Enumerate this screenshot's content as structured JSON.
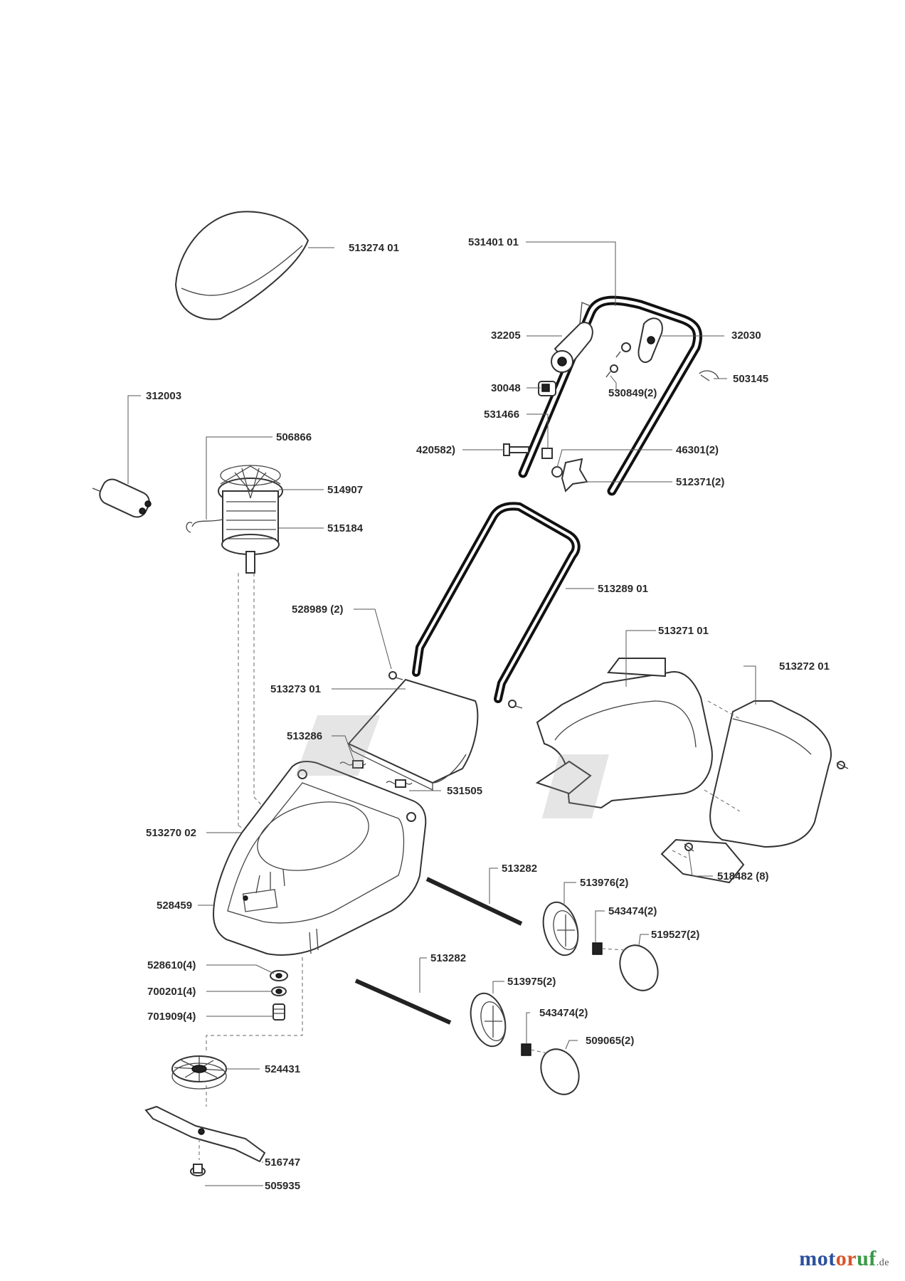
{
  "diagram": {
    "parts": [
      {
        "id": "p513274",
        "label": "513274 01"
      },
      {
        "id": "p531401",
        "label": "531401 01"
      },
      {
        "id": "p32205",
        "label": "32205"
      },
      {
        "id": "p32030",
        "label": "32030"
      },
      {
        "id": "p503145",
        "label": "503145"
      },
      {
        "id": "p30048",
        "label": "30048"
      },
      {
        "id": "p530849",
        "label": "530849(2)"
      },
      {
        "id": "p531466",
        "label": "531466"
      },
      {
        "id": "p420582",
        "label": "420582)"
      },
      {
        "id": "p46301",
        "label": "46301(2)"
      },
      {
        "id": "p512371",
        "label": "512371(2)"
      },
      {
        "id": "p312003",
        "label": "312003"
      },
      {
        "id": "p506866",
        "label": "506866"
      },
      {
        "id": "p514907",
        "label": "514907"
      },
      {
        "id": "p515184",
        "label": "515184"
      },
      {
        "id": "p513289",
        "label": "513289 01"
      },
      {
        "id": "p528989",
        "label": "528989 (2)"
      },
      {
        "id": "p513271",
        "label": "513271 01"
      },
      {
        "id": "p513272",
        "label": "513272 01"
      },
      {
        "id": "p513273",
        "label": "513273 01"
      },
      {
        "id": "p513286",
        "label": "513286"
      },
      {
        "id": "p531505",
        "label": "531505"
      },
      {
        "id": "p513270",
        "label": "513270 02"
      },
      {
        "id": "p518482",
        "label": "518482 (8)"
      },
      {
        "id": "p513282a",
        "label": "513282"
      },
      {
        "id": "p513976",
        "label": "513976(2)"
      },
      {
        "id": "p528459",
        "label": "528459"
      },
      {
        "id": "p543474a",
        "label": "543474(2)"
      },
      {
        "id": "p519527",
        "label": "519527(2)"
      },
      {
        "id": "p528610",
        "label": "528610(4)"
      },
      {
        "id": "p700201",
        "label": "700201(4)"
      },
      {
        "id": "p701909",
        "label": "701909(4)"
      },
      {
        "id": "p513282b",
        "label": "513282"
      },
      {
        "id": "p513975",
        "label": "513975(2)"
      },
      {
        "id": "p543474b",
        "label": "543474(2)"
      },
      {
        "id": "p509065",
        "label": "509065(2)"
      },
      {
        "id": "p524431",
        "label": "524431"
      },
      {
        "id": "p516747",
        "label": "516747"
      },
      {
        "id": "p505935",
        "label": "505935"
      }
    ]
  },
  "brand": {
    "part1": "mot",
    "part2": "or",
    "part3": "uf",
    "suffix": ".de"
  }
}
